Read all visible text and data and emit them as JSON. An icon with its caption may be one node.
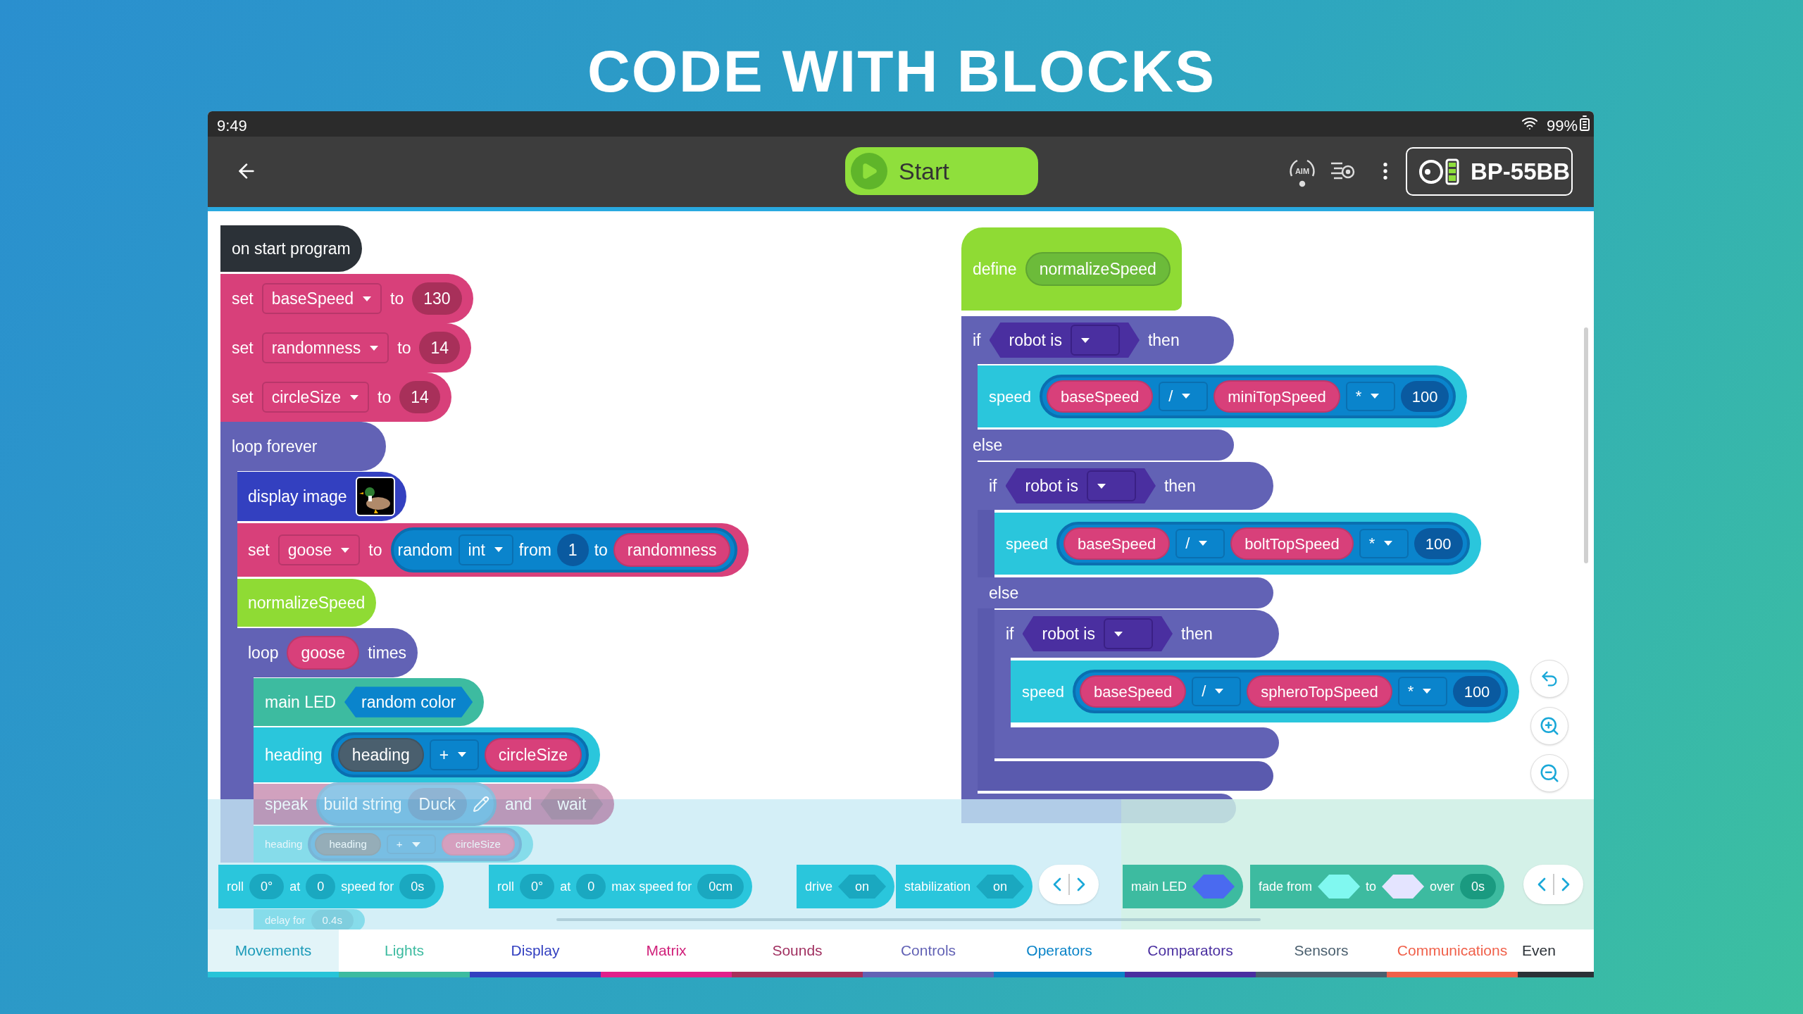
{
  "diagram": {
    "title": "CODE WITH BLOCKS",
    "nodes": [
      {
        "text": [
          "on start program"
        ]
      },
      {
        "text": [
          "set",
          "baseSpeed",
          "to",
          "130"
        ]
      },
      {
        "text": [
          "set",
          "randomness",
          "to",
          "14"
        ]
      },
      {
        "text": [
          "set",
          "circleSize",
          "to",
          "14"
        ]
      },
      {
        "text": [
          "loop forever"
        ]
      },
      {
        "text": [
          "display image"
        ]
      },
      {
        "text": [],
        "shape": "picture",
        "in": 5
      },
      {
        "text": [
          "set",
          "goose",
          "to",
          "random",
          "int",
          "from",
          "1",
          "to",
          "randomness"
        ]
      },
      {
        "text": [
          "normalizeSpeed"
        ]
      },
      {
        "text": [
          "loop",
          "goose",
          "times"
        ]
      },
      {
        "text": [
          "main LED",
          "random color"
        ]
      },
      {
        "text": [
          "heading",
          "heading",
          "+",
          "circleSize"
        ]
      },
      {
        "text": [
          "speak",
          "build string",
          "Duck",
          "and",
          "wait"
        ]
      },
      {
        "text": [
          "heading",
          "heading",
          "+",
          "circleSize"
        ]
      },
      {
        "text": [
          "delay for",
          "0.4s"
        ]
      },
      {
        "text": [
          "define",
          "normalizeSpeed"
        ]
      },
      {
        "text": [
          "if",
          "robot is",
          "then"
        ]
      },
      {
        "text": [
          "speed",
          "baseSpeed",
          "/",
          "miniTopSpeed",
          "*",
          "100"
        ]
      },
      {
        "text": [
          "else"
        ]
      },
      {
        "text": [
          "if",
          "robot is",
          "then"
        ]
      },
      {
        "text": [
          "speed",
          "baseSpeed",
          "/",
          "boltTopSpeed",
          "*",
          "100"
        ]
      },
      {
        "text": [
          "else"
        ]
      },
      {
        "text": [
          "if",
          "robot is",
          "then"
        ]
      },
      {
        "text": [
          "speed",
          "baseSpeed",
          "/",
          "spheroTopSpeed",
          "*",
          "100"
        ]
      },
      {
        "text": [
          "roll",
          "0°",
          "at",
          "0",
          "speed for",
          "0s"
        ]
      },
      {
        "text": [
          "roll",
          "0°",
          "at",
          "0",
          "max speed for",
          "0cm"
        ]
      },
      {
        "text": [
          "drive",
          "on"
        ]
      },
      {
        "text": [
          "stabilization",
          "on"
        ]
      },
      {
        "text": [
          "main LED"
        ]
      },
      {
        "text": [
          "fade from",
          "to",
          "over",
          "0s"
        ]
      },
      {
        "text": [],
        "shape": "bar"
      },
      {
        "text": [],
        "shape": "bar"
      },
      {
        "text": [],
        "shape": "bar"
      },
      {
        "text": [],
        "shape": "bar"
      },
      {
        "text": [],
        "shape": "bar"
      },
      {
        "text": [],
        "shape": "bar"
      },
      {
        "text": [],
        "shape": "bar"
      },
      {
        "text": [],
        "shape": "bar"
      },
      {
        "text": [],
        "shape": "bar"
      },
      {
        "text": [],
        "shape": "bar"
      }
    ],
    "labels": [
      "9:49",
      "99%",
      "Start",
      "AIM",
      "BP-55BB",
      "Movements",
      "Lights",
      "Display",
      "Matrix",
      "Sounds",
      "Controls",
      "Operators",
      "Comparators",
      "Sensors",
      "Communications",
      "Even"
    ]
  }
}
